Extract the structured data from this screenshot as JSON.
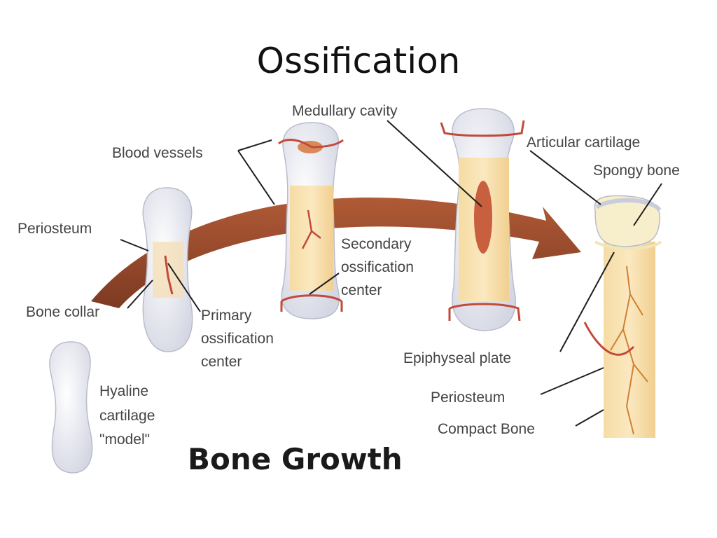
{
  "slide": {
    "title": "Ossification"
  },
  "diagram": {
    "caption": "Bone Growth",
    "labels": {
      "medullary_cavity": "Medullary cavity",
      "blood_vessels": "Blood vessels",
      "articular_cartilage": "Articular cartilage",
      "spongy_bone": "Spongy bone",
      "periosteum_left": "Periosteum",
      "secondary_1": "Secondary",
      "secondary_2": "ossification",
      "secondary_3": "center",
      "bone_collar": "Bone collar",
      "primary_1": "Primary",
      "primary_2": "ossification",
      "primary_3": "center",
      "epiphyseal_plate": "Epiphyseal plate",
      "hyaline_1": "Hyaline",
      "hyaline_2": "cartilage",
      "hyaline_3": "\"model\"",
      "periosteum_right": "Periosteum",
      "compact_bone": "Compact Bone"
    },
    "colors": {
      "arrow": "#9a4a2e",
      "cartilage": "#e8e9f2",
      "bone_shaft": "#f3d9a3",
      "vessels": "#c24a3a"
    }
  }
}
